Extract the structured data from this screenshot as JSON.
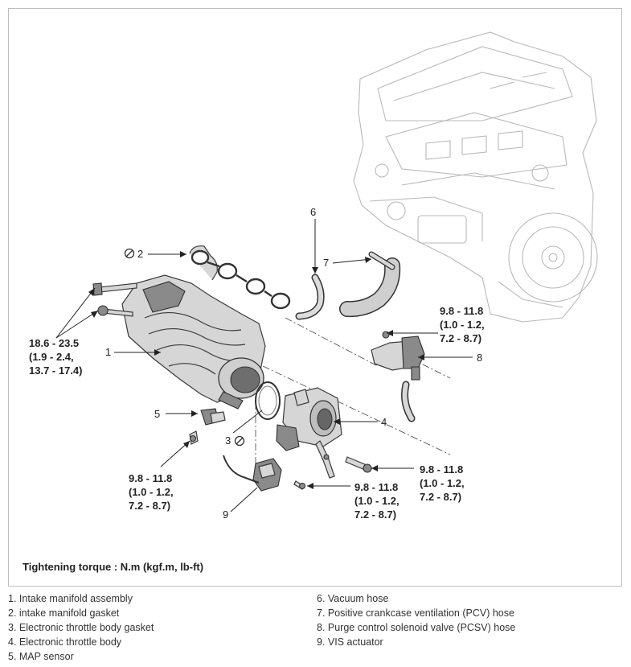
{
  "callouts": {
    "c1": "1",
    "c2": "2",
    "c3": "3",
    "c4": "4",
    "c5": "5",
    "c6": "6",
    "c7": "7",
    "c8": "8",
    "c9": "9"
  },
  "torques": {
    "t1": [
      "18.6 - 23.5",
      "(1.9 - 2.4,",
      "13.7 - 17.4)"
    ],
    "t2": [
      "9.8 - 11.8",
      "(1.0 - 1.2,",
      "7.2 - 8.7)"
    ],
    "t3": [
      "9.8 - 11.8",
      "(1.0 - 1.2,",
      "7.2 - 8.7)"
    ],
    "t4": [
      "9.8 - 11.8",
      "(1.0 - 1.2,",
      "7.2 - 8.7)"
    ],
    "t5": [
      "9.8 - 11.8",
      "(1.0 - 1.2,",
      "7.2 - 8.7)"
    ]
  },
  "caption": "Tightening torque : N.m (kgf.m, lb-ft)",
  "legend": {
    "left": [
      "1. Intake manifold assembly",
      "2. intake manifold gasket",
      "3. Electronic throttle body gasket",
      "4. Electronic throttle body",
      "5. MAP sensor"
    ],
    "right": [
      "6. Vacuum hose",
      "7. Positive crankcase ventilation (PCV) hose",
      "8. Purge control solenoid valve (PCSV) hose",
      "9. VIS actuator"
    ]
  }
}
